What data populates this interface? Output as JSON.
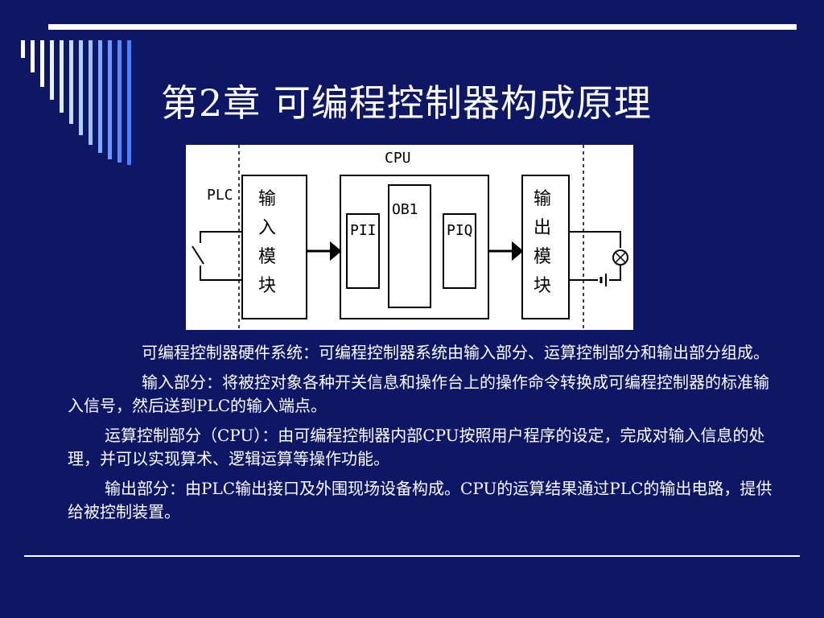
{
  "slide": {
    "title": "第2章  可编程控制器构成原理"
  },
  "diagram": {
    "cpu_label": "CPU",
    "plc_label": "PLC",
    "input_module": [
      "输",
      "入",
      "模",
      "块"
    ],
    "output_module": [
      "输",
      "出",
      "模",
      "块"
    ],
    "pii_label": "PII",
    "ob1_label": "OB1",
    "piq_label": "PIQ",
    "line_color": "#000000"
  },
  "paragraphs": [
    "可编程控制器硬件系统：可编程控制器系统由输入部分、运算控制部分和输出部分组成。",
    "输入部分：将被控对象各种开关信息和操作台上的操作命令转换成可编程控制器的标准输入信号，然后送到PLC的输入端点。",
    "运算控制部分（CPU）：由可编程控制器内部CPU按照用户程序的设定，完成对输入信息的处理，并可以实现算术、逻辑运算等操作功能。",
    "输出部分：由PLC输出接口及外围现场设备构成。CPU的运算结果通过PLC的输出电路，提供给被控制装置。"
  ],
  "colors": {
    "background": "#0e1766",
    "text": "#ffffff",
    "stripe_light": "#ffffff",
    "stripe_mid": "#a9c8ff",
    "stripe_dark": "#4f7fff"
  }
}
